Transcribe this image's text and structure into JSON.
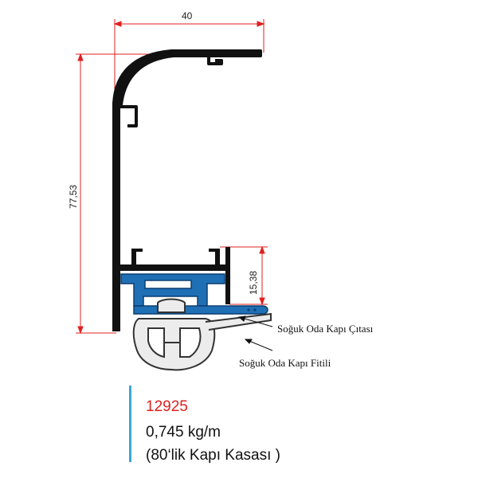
{
  "dimensions": {
    "width": "40",
    "height": "77,53",
    "seal_height": "15,38"
  },
  "callouts": {
    "strip": "Soğuk Oda Kapı Çıtası",
    "gasket": "Soğuk Oda Kapı Fitili"
  },
  "product": {
    "code": "12925",
    "weight": "0,745 kg/m",
    "description": "(80‘lik Kapı  Kasası )"
  },
  "colors": {
    "profile": "#111111",
    "strip": "#1f6fb5",
    "gasket": "#ececec",
    "dimension_line": "#e02020",
    "accent_bar": "#3aa6d9",
    "code_text": "#e02020"
  }
}
